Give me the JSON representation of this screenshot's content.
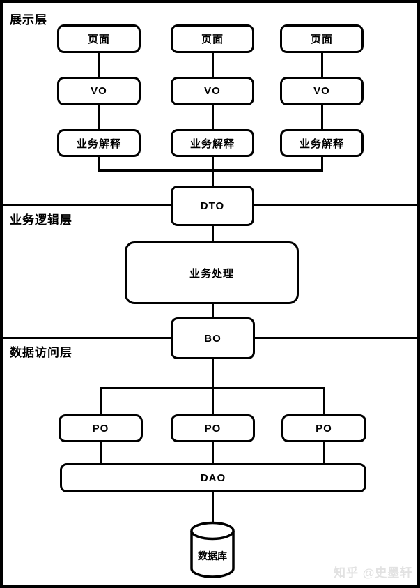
{
  "diagram": {
    "title_hint": "three-tier architecture flow diagram",
    "layers": [
      {
        "label": "展示层"
      },
      {
        "label": "业务逻辑层"
      },
      {
        "label": "数据访问层"
      }
    ],
    "presentation": {
      "columns": [
        {
          "page": "页面",
          "vo": "VO",
          "interpret": "业务解释"
        },
        {
          "page": "页面",
          "vo": "VO",
          "interpret": "业务解释"
        },
        {
          "page": "页面",
          "vo": "VO",
          "interpret": "业务解释"
        }
      ]
    },
    "dto_label": "DTO",
    "business_process_label": "业务处理",
    "bo_label": "BO",
    "po_labels": [
      "PO",
      "PO",
      "PO"
    ],
    "dao_label": "DAO",
    "database_label": "数据库",
    "watermark": {
      "text": "知乎 @史墨轩",
      "color": "#e2e2e2"
    },
    "colors": {
      "stroke": "#000000",
      "background": "#ffffff"
    }
  }
}
